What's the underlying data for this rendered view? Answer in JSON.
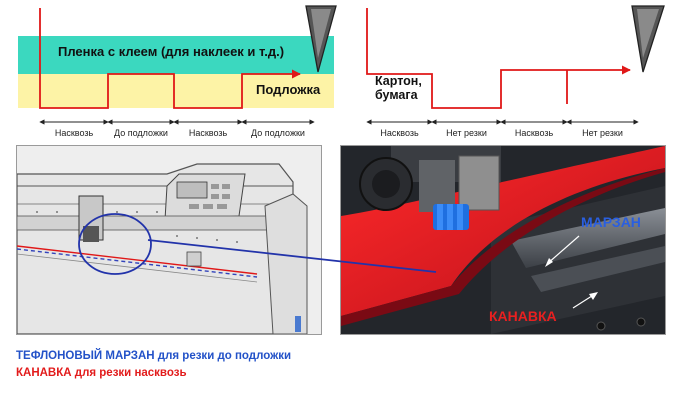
{
  "left_diagram": {
    "film_label": "Пленка с клеем (для наклеек и т.д.)",
    "backing_label": "Подложка",
    "segments": [
      "Насквозь",
      "До подложки",
      "Насквозь",
      "До подложки"
    ]
  },
  "right_diagram": {
    "material_label": "Картон, бумага",
    "segments": [
      "Насквозь",
      "Нет резки",
      "Насквозь",
      "Нет резки"
    ]
  },
  "photo_labels": {
    "marzan": "МАРЗАН",
    "kanavka": "КАНАВКА"
  },
  "captions": [
    {
      "highlight": "ТЕФЛОНОВЫЙ МАРЗАН",
      "rest": " для резки до подложки",
      "color": "#2352c8"
    },
    {
      "highlight": "КАНАВКА",
      "rest": " для резки насквозь",
      "color": "#e21b1b"
    }
  ],
  "colors": {
    "film": "#3bd8bf",
    "backing": "#fdf3a6",
    "cut_line": "#e01818",
    "pointer": "#2233aa",
    "red_material": "#e01828"
  }
}
